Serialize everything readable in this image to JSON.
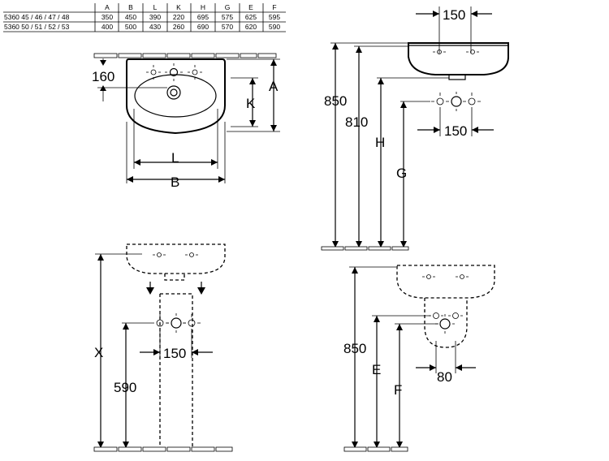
{
  "table": {
    "headers": [
      "A",
      "B",
      "L",
      "K",
      "H",
      "G",
      "E",
      "F"
    ],
    "rows": [
      {
        "model": "5360 45 / 46 / 47 / 48",
        "values": [
          "350",
          "450",
          "390",
          "220",
          "695",
          "575",
          "625",
          "595"
        ]
      },
      {
        "model": "5360 50 / 51 / 52 / 53",
        "values": [
          "400",
          "500",
          "430",
          "260",
          "690",
          "570",
          "620",
          "590"
        ]
      }
    ]
  },
  "top_view": {
    "dim_160": "160",
    "label_a": "A",
    "label_k": "K",
    "label_l": "L",
    "label_b": "B"
  },
  "side_view": {
    "dim_150_top": "150",
    "dim_850": "850",
    "dim_810": "810",
    "label_h": "H",
    "label_g": "G",
    "dim_150_mid": "150"
  },
  "pedestal_view": {
    "label_x": "X",
    "dim_590": "590",
    "dim_150": "150"
  },
  "semipedestal_view": {
    "dim_850": "850",
    "label_e": "E",
    "label_f": "F",
    "dim_80": "80"
  }
}
